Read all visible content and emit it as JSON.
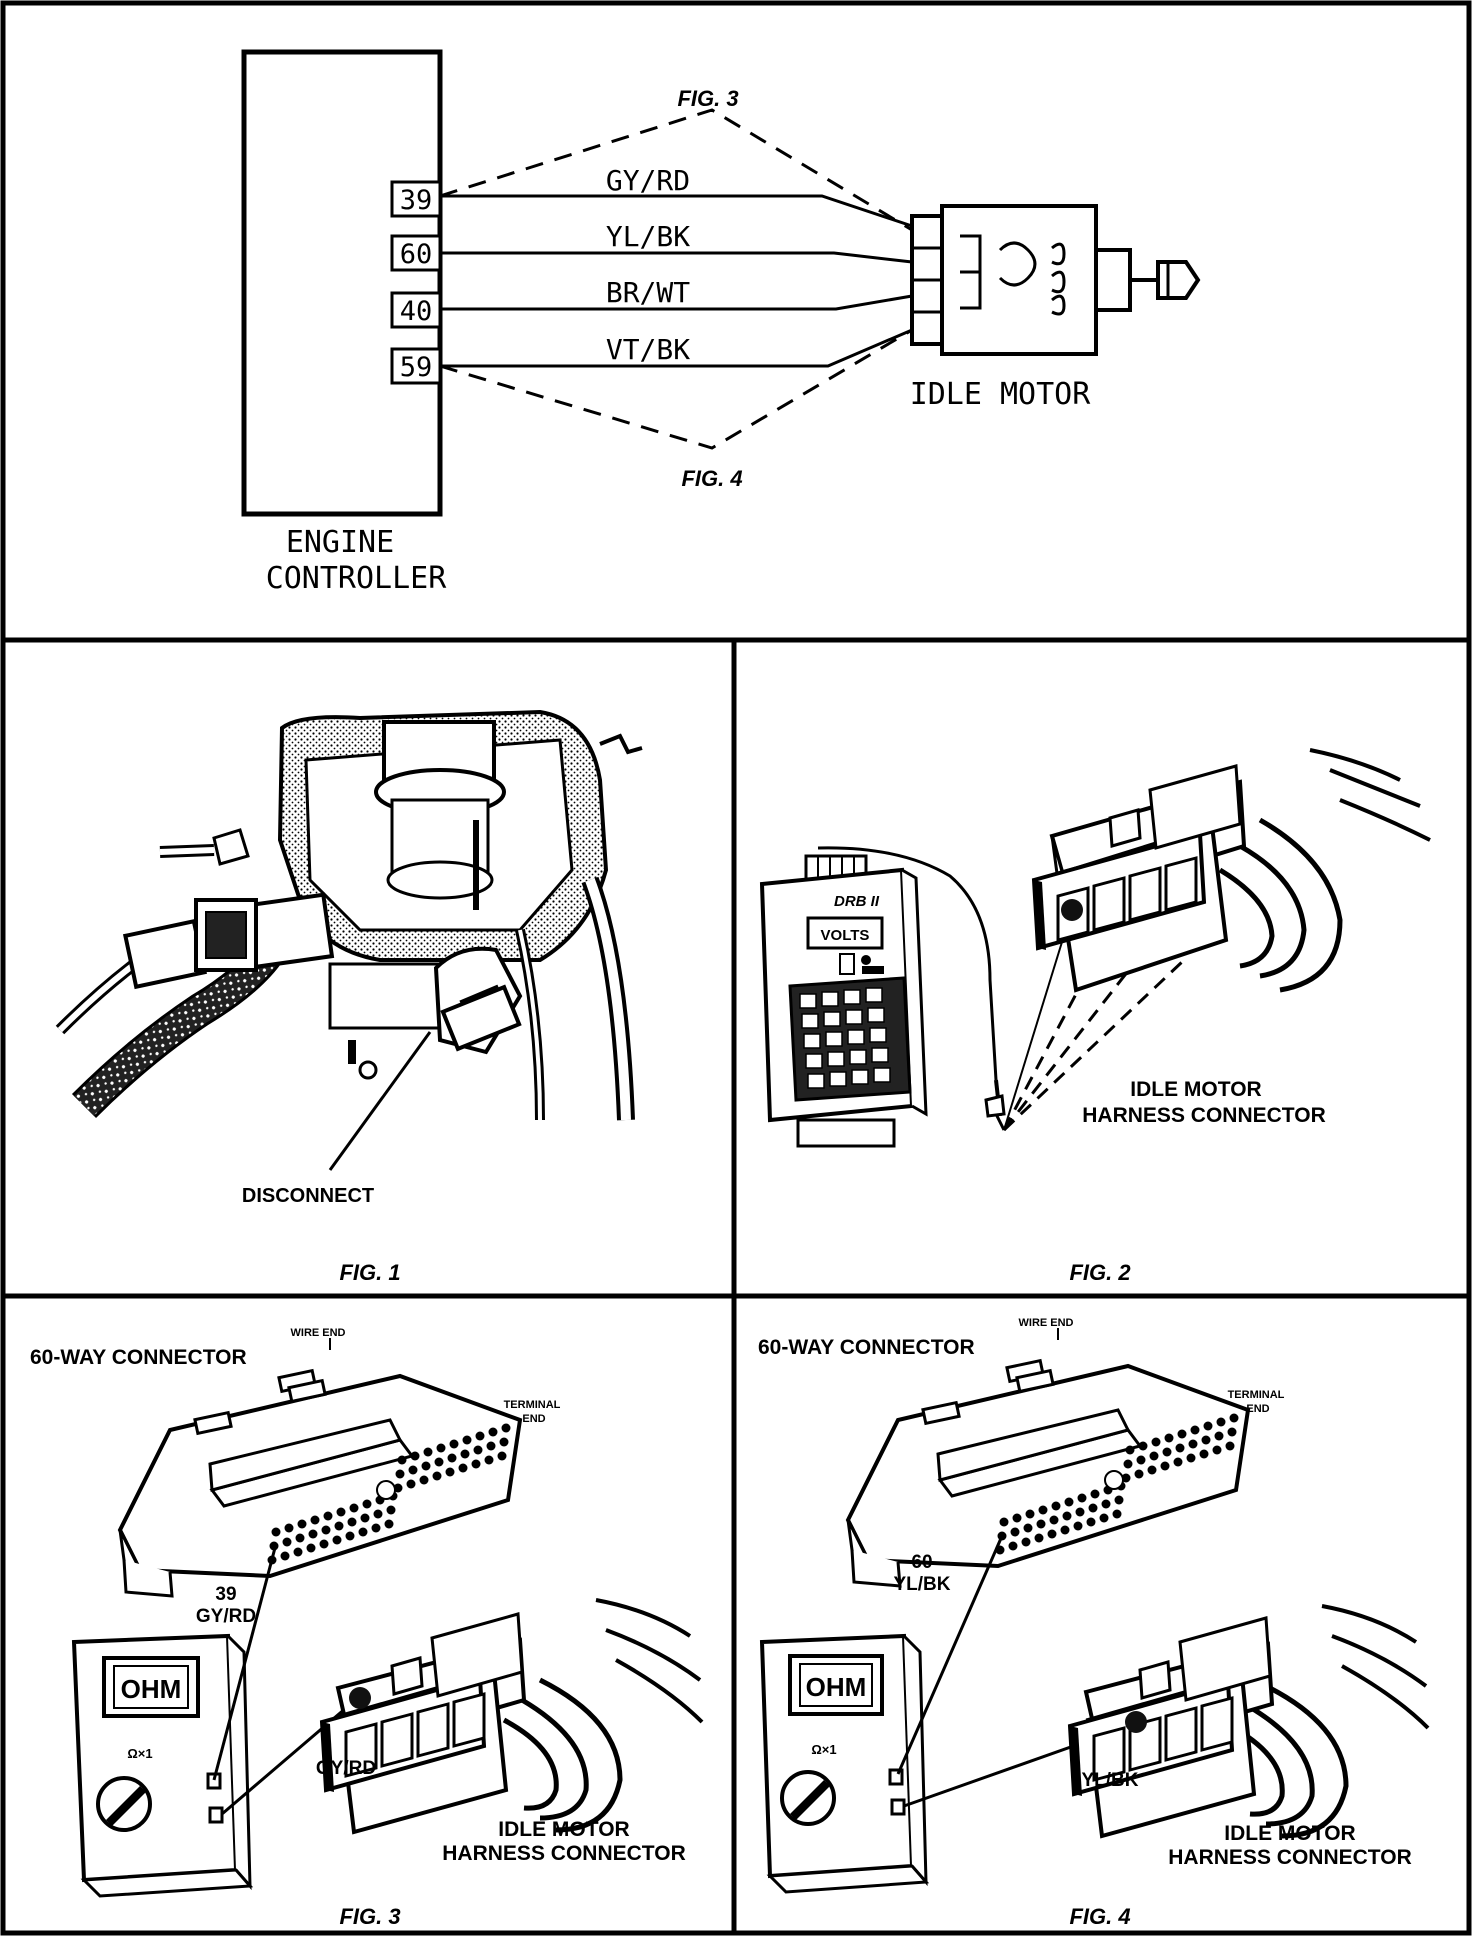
{
  "schematic": {
    "controller_label_line1": "ENGINE",
    "controller_label_line2": "CONTROLLER",
    "motor_label": "IDLE MOTOR",
    "fig3_ref": "FIG. 3",
    "fig4_ref": "FIG. 4",
    "pins": [
      {
        "pin": "39",
        "wire": "GY/RD"
      },
      {
        "pin": "60",
        "wire": "YL/BK"
      },
      {
        "pin": "40",
        "wire": "BR/WT"
      },
      {
        "pin": "59",
        "wire": "VT/BK"
      }
    ]
  },
  "fig1": {
    "caption": "FIG. 1",
    "callout": "DISCONNECT"
  },
  "fig2": {
    "caption": "FIG. 2",
    "tool_name": "DRB II",
    "tool_display": "VOLTS",
    "connector_label_line1": "IDLE MOTOR",
    "connector_label_line2": "HARNESS CONNECTOR"
  },
  "fig3": {
    "caption": "FIG. 3",
    "connector_title": "60-WAY CONNECTOR",
    "wire_end": "WIRE END",
    "terminal_end_line1": "TERMINAL",
    "terminal_end_line2": "END",
    "pin_number": "39",
    "pin_wire": "GY/RD",
    "meter_display": "OHM",
    "meter_range": "Ω×1",
    "harness_wire": "GY/RD",
    "connector_label_line1": "IDLE MOTOR",
    "connector_label_line2": "HARNESS CONNECTOR"
  },
  "fig4": {
    "caption": "FIG. 4",
    "connector_title": "60-WAY CONNECTOR",
    "wire_end": "WIRE END",
    "terminal_end_line1": "TERMINAL",
    "terminal_end_line2": "END",
    "pin_number": "60",
    "pin_wire": "YL/BK",
    "meter_display": "OHM",
    "meter_range": "Ω×1",
    "harness_wire": "YL/BK",
    "connector_label_line1": "IDLE MOTOR",
    "connector_label_line2": "HARNESS CONNECTOR"
  }
}
